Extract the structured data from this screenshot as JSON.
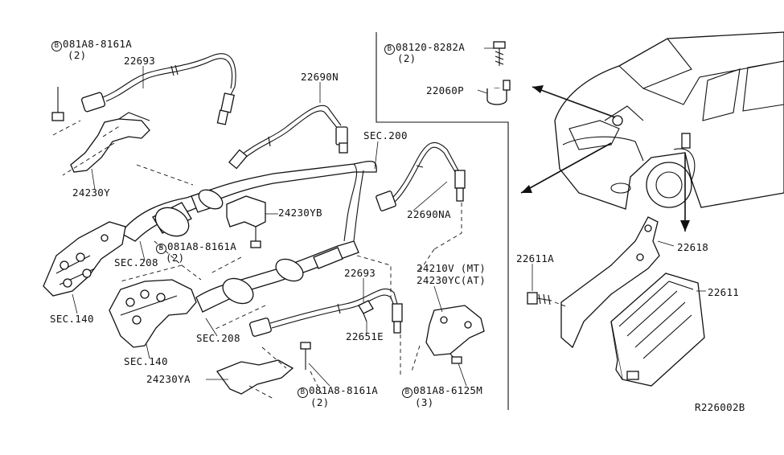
{
  "labels": {
    "bolt_a": "081A8-8161A",
    "bolt_a_qty": "(2)",
    "sensor_22693_top": "22693",
    "bracket_24230y": "24230Y",
    "sensor_22690n": "22690N",
    "sec200": "SEC.200",
    "sensor_22690na": "22690NA",
    "bracket_24230yb": "24230YB",
    "bolt_b": "081A8-8161A",
    "bolt_b_qty": "(2)",
    "sec208_top": "SEC.208",
    "sec140_top": "SEC.140",
    "sec140_bottom": "SEC.140",
    "sec208_bottom": "SEC.208",
    "sensor_22693_bottom": "22693",
    "bracket_24210v": "24210V",
    "bracket_24210v_note": "(MT)",
    "bracket_24230yc": "24230YC",
    "bracket_24230yc_note": "(AT)",
    "clip_22651e": "22651E",
    "bracket_24230ya": "24230YA",
    "bolt_c": "081A8-8161A",
    "bolt_c_qty": "(2)",
    "bolt_d": "081A8-6125M",
    "bolt_d_qty": "(3)",
    "bolt_e": "08120-8282A",
    "bolt_e_qty": "(2)",
    "knock_sensor": "22060P",
    "ecm_bracket": "22618",
    "ecm_bolt": "22611A",
    "ecm": "22611",
    "diagram_ref": "R226002B"
  },
  "bolt_symbol": "B"
}
